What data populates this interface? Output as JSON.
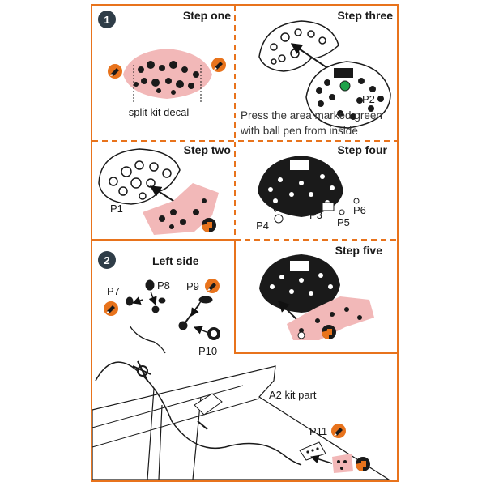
{
  "steps": {
    "one": {
      "badge": "1",
      "title": "Step one",
      "caption": "split kit decal"
    },
    "two": {
      "title": "Step two",
      "part": "P1"
    },
    "three": {
      "title": "Step three",
      "part": "P2",
      "note_line1": "Press the area marked green",
      "note_line2": "with ball pen from inside"
    },
    "four": {
      "title": "Step four",
      "parts": [
        "P4",
        "P3",
        "P5",
        "P6"
      ]
    },
    "five": {
      "title": "Step five"
    }
  },
  "left_side": {
    "badge": "2",
    "title": "Left side",
    "parts": [
      "P7",
      "P8",
      "P9",
      "P10"
    ]
  },
  "kit": {
    "part_label": "A2 kit part",
    "part": "P11"
  },
  "colors": {
    "frame": "#e8731c",
    "decal_pink": "#f2b8b8",
    "badge_dark": "#2f3d48",
    "orange": "#e8731c",
    "green": "#1fa24a"
  },
  "icons": [
    "paint-icon",
    "decal-icon"
  ]
}
